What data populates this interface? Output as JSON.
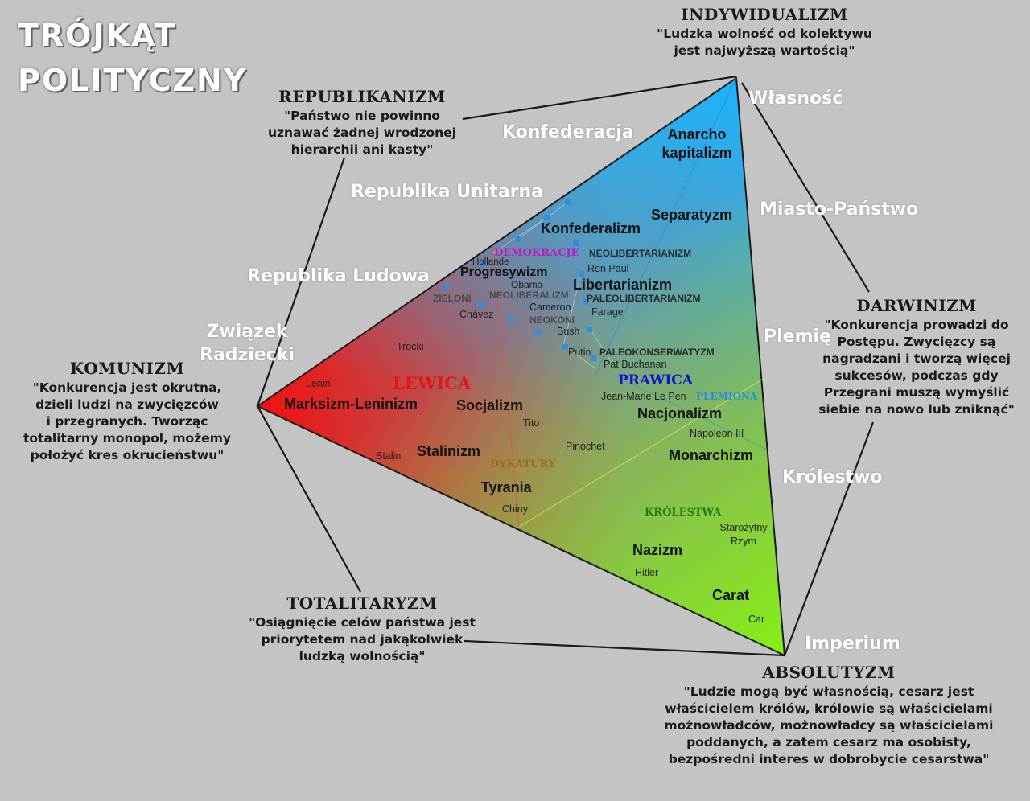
{
  "title": {
    "line1": "TRÓJKĄT",
    "line2": "POLITYCZNY"
  },
  "poles": {
    "individualism": {
      "heading": "INDYWIDUALIZM",
      "quote": "\"Ludzka wolność od kolektywu\njest najwyższą wartością\""
    },
    "republicanism": {
      "heading": "REPUBLIKANIZM",
      "quote": "\"Państwo nie powinno\nuznawać żadnej wrodzonej\nhierarchii ani kasty\""
    },
    "communism": {
      "heading": "KOMUNIZM",
      "quote": "\"Konkurencja jest okrutna,\ndzieli ludzi na zwycięzców\ni przegranych. Tworząc\ntotalitarny monopol, możemy\npołożyć kres okrucieństwu\""
    },
    "darwinism": {
      "heading": "DARWINIZM",
      "quote": "\"Konkurencja prowadzi do\nPostępu. Zwycięzcy są\nnagradzani i tworzą więcej\nsukcesów, podczas gdy\nPrzegrani muszą wymyślić\nsiebie na nowo lub zniknąć\""
    },
    "totalitarianism": {
      "heading": "TOTALITARYZM",
      "quote": "\"Osiągnięcie celów państwa jest\npriorytetem nad jakąkolwiek\nludzką wolnością\""
    },
    "absolutism": {
      "heading": "ABSOLUTYZM",
      "quote": "\"Ludzie mogą być własnością, cesarz jest\nwłaścicielem królów, królowie są właścicielami\nmożnowładców, możnowładcy są właścicielami\npoddanych, a zatem cesarz ma osobisty,\nbezpośredni interes w dobrobycie cesarstwa\""
    }
  },
  "state_labels": {
    "konfederacja": "Konfederacja",
    "republika_unitarna": "Republika Unitarna",
    "republika_ludowa": "Republika Ludowa",
    "zwiazek_radziecki": "Związek\nRadziecki",
    "wlasnosc": "Własność",
    "miasto_panstwo": "Miasto-Państwo",
    "plemie": "Plemię",
    "krolestwo": "Królestwo",
    "imperium": "Imperium"
  },
  "ideologies": {
    "anarcho": "Anarcho\nkapitalizm",
    "separatyzm": "Separatyzm",
    "konfederalizm": "Konfederalizm",
    "progresywizm": "Progresywizm",
    "libertarianizm": "Libertarianizm",
    "marksizm": "Marksizm-Leninizm",
    "socjalizm": "Socjalizm",
    "nacjonalizm": "Nacjonalizm",
    "stalinizm": "Stalinizm",
    "monarchizm": "Monarchizm",
    "tyrania": "Tyrania",
    "nazizm": "Nazizm",
    "carat": "Carat"
  },
  "groups": {
    "demokracje": "DEMOKRACJE",
    "neolibertarianizm": "NEOLIBERTARIANIZM",
    "paleolibertarianizm": "PALEOLIBERTARIANIZM",
    "zieloni": "ZIELONI",
    "neoliberalizm": "NEOLIBERALIZM",
    "neokoni": "NEOKONI",
    "paleokonserwatyzm": "PALEOKONSERWATYZM",
    "lewica": "LEWICA",
    "prawica": "PRAWICA",
    "plemiona": "PLEMIONA",
    "dykatury": "DYKATURY",
    "krolestwa": "KRÓLESTWA"
  },
  "people": {
    "hollande": "Hollande",
    "obama": "Obama",
    "ron_paul": "Ron Paul",
    "chavez": "Chávez",
    "cameron": "Cameron",
    "farage": "Farage",
    "bush": "Bush",
    "trocki": "Trocki",
    "putin": "Putin",
    "pat_buchanan": "Pat Buchanan",
    "lenin": "Lenin",
    "le_pen": "Jean-Marie Le Pen",
    "tito": "Tito",
    "pinochet": "Pinochet",
    "napoleon": "Napoleon III",
    "stalin": "Stalin",
    "chiny": "Chiny",
    "rzym": "Starożytny\nRzym",
    "hitler": "Hitler",
    "car": "Car"
  },
  "colors": {
    "left": "#f21010",
    "top": "#1fb6ff",
    "bottom": "#8bf01a",
    "lewica": "#e51515",
    "prawica": "#1414c8",
    "plemiona": "#2a8fd8",
    "demokracje": "#c018c8",
    "dykatury": "#a06a10",
    "krolestwa": "#1e7e14",
    "marker": "#2f8fde"
  }
}
